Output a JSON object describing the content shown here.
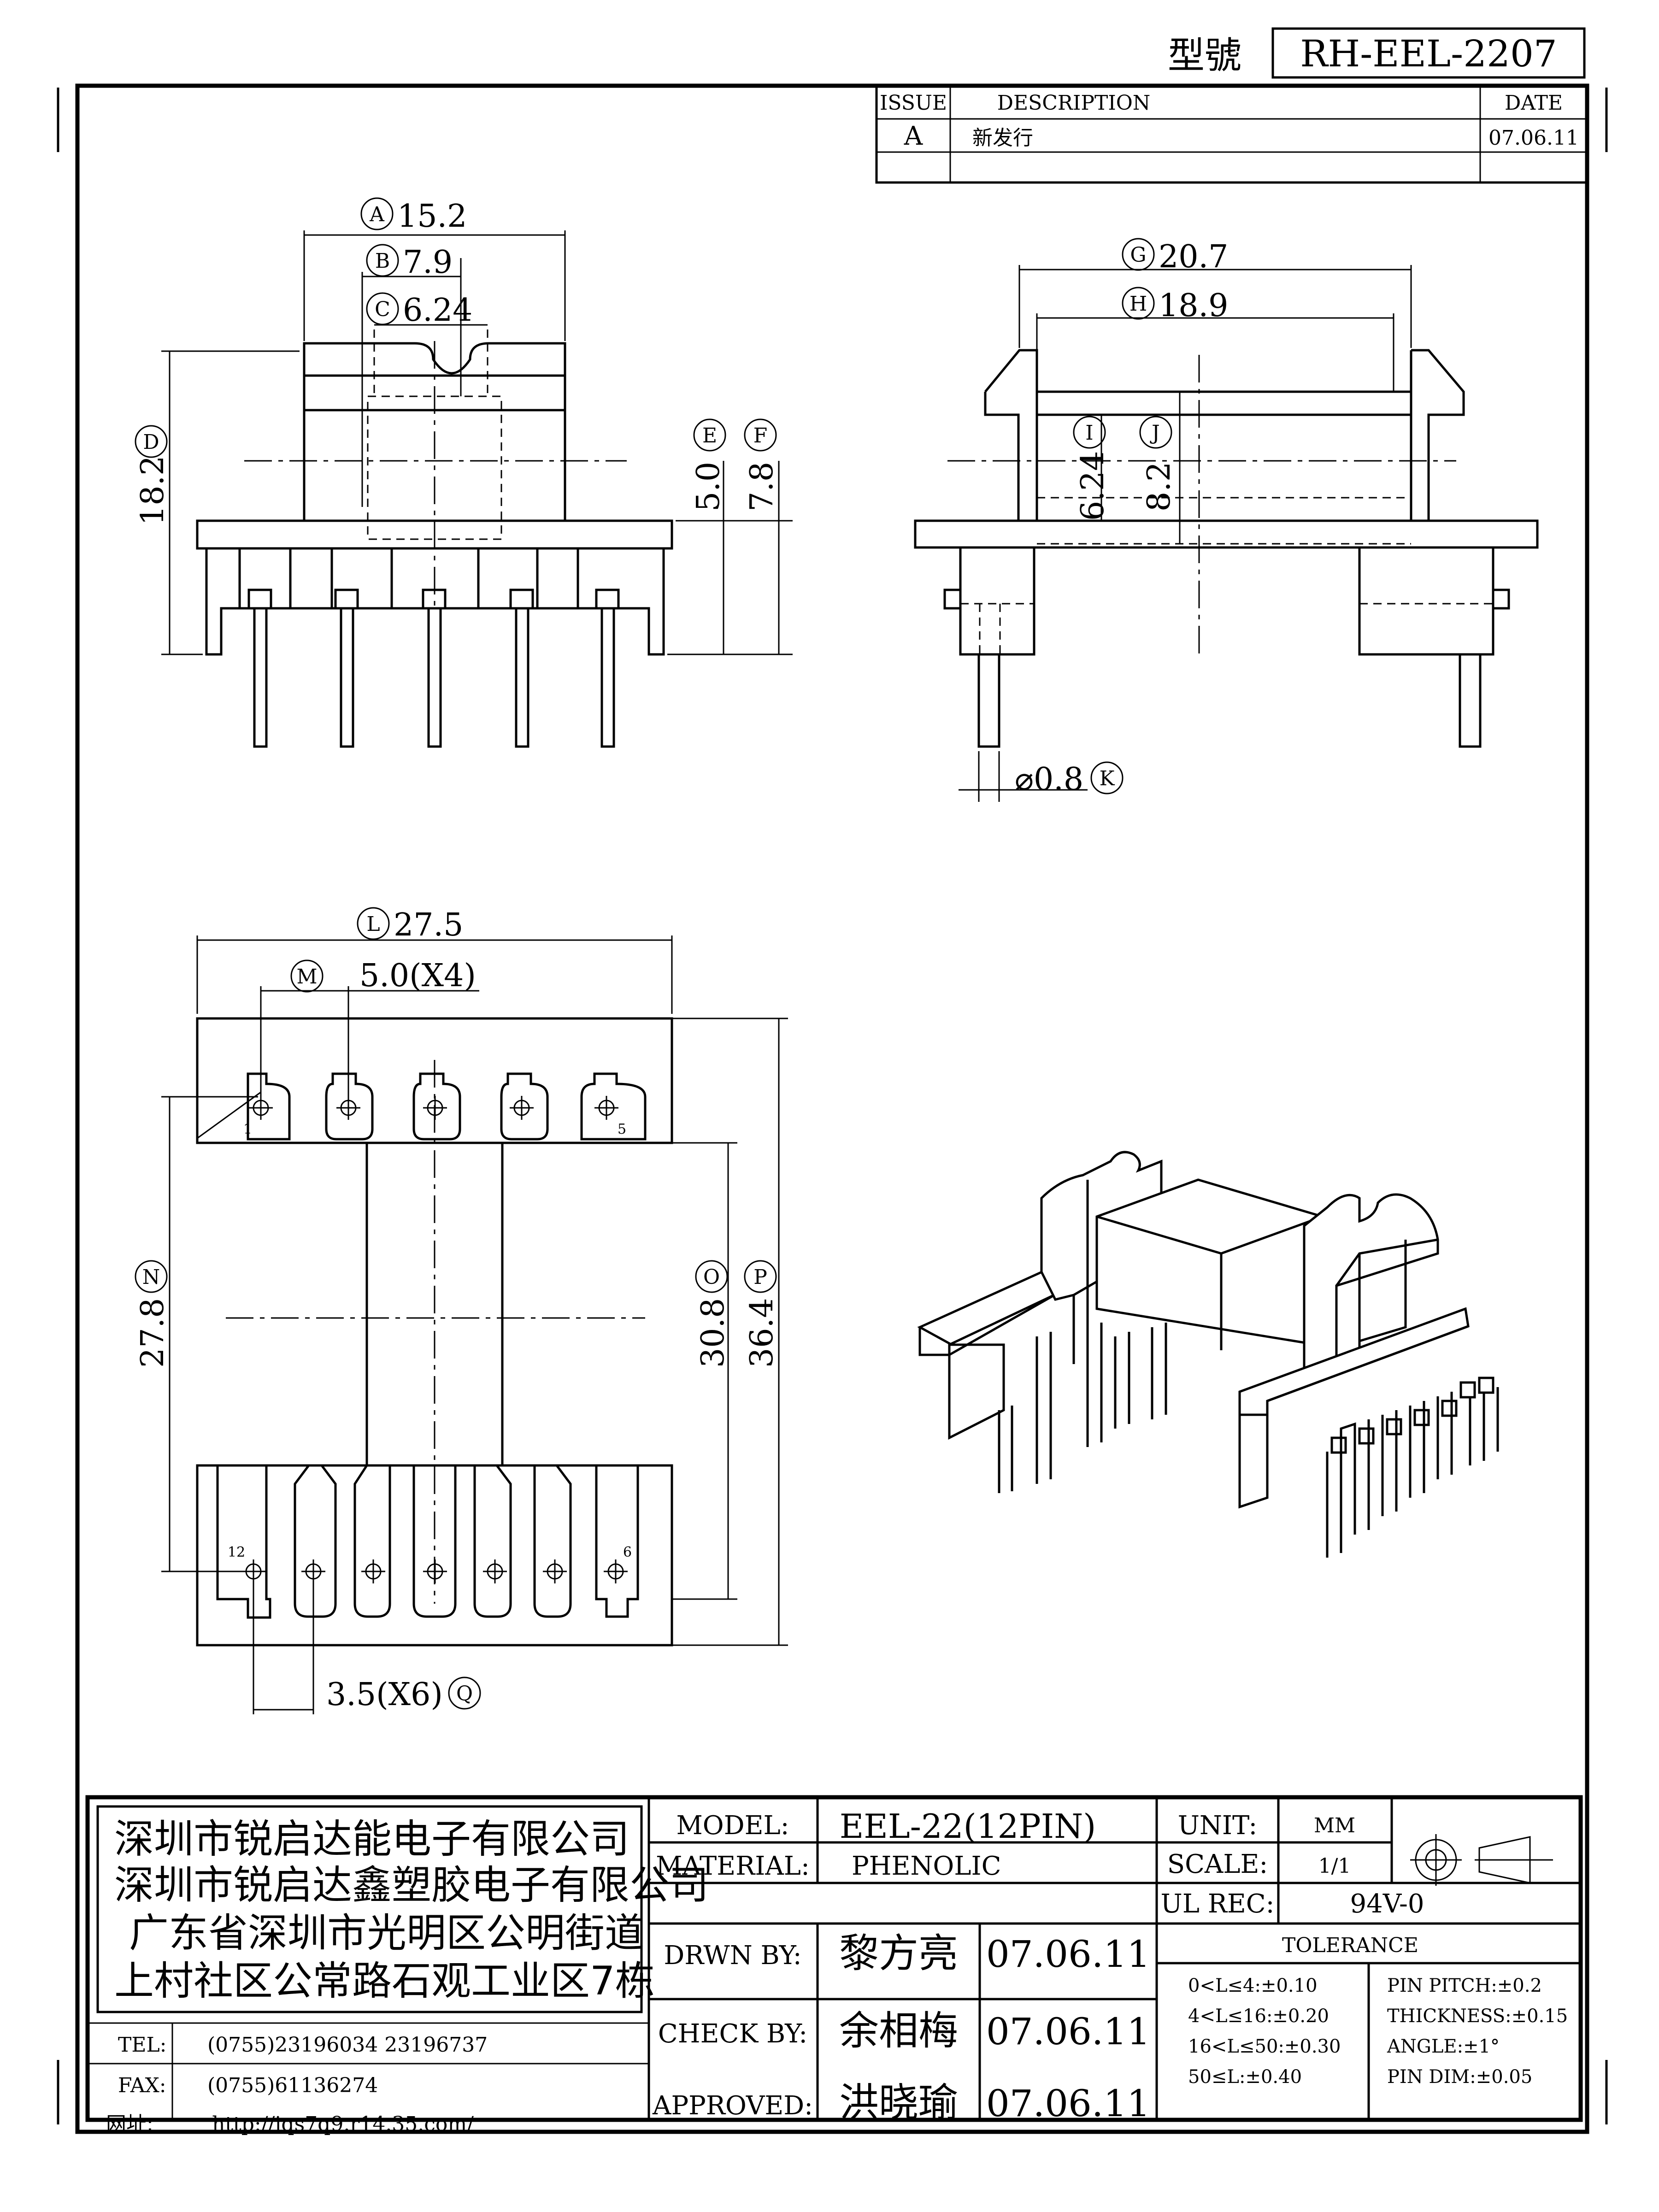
{
  "header": {
    "model_no_label": "型號",
    "model_no": "RH-EEL-2207"
  },
  "revision": {
    "col_issue": "ISSUE",
    "col_desc": "DESCRIPTION",
    "col_date": "DATE",
    "rows": [
      {
        "issue": "A",
        "desc": "新发行",
        "date": "07.06.11"
      }
    ]
  },
  "dims": {
    "A": "15.2",
    "B": "7.9",
    "C": "6.24",
    "D": "18.2",
    "E": "5.0",
    "F": "7.8",
    "G": "20.7",
    "H": "18.9",
    "I": "6.24",
    "J": "8.2",
    "K": "⌀0.8",
    "L": "27.5",
    "M": "5.0(X4)",
    "N": "27.8",
    "O": "30.8",
    "P": "36.4",
    "Q": "3.5(X6)"
  },
  "pin_labels": {
    "p1": "1",
    "p5": "5",
    "p12": "12",
    "p6": "6"
  },
  "company": {
    "line1": "深圳市锐启达能电子有限公司",
    "line2": "深圳市锐启达鑫塑胶电子有限公司",
    "line3": "广东省深圳市光明区公明街道",
    "line4": "上村社区公常路石观工业区7栋"
  },
  "contact": {
    "tel_label": "TEL:",
    "tel": "(0755)23196034  23196737",
    "fax_label": "FAX:",
    "fax": "(0755)61136274",
    "web_label": "网址:",
    "web": "http://iqs7q9.r14.35.com/"
  },
  "title_block": {
    "model_label": "MODEL:",
    "model": "EEL-22(12PIN)",
    "material_label": "MATERIAL:",
    "material": "PHENOLIC",
    "drawn_label": "DRWN BY:",
    "drawn": "黎方亮",
    "drawn_date": "07.06.11",
    "check_label": "CHECK BY:",
    "check": "余相梅",
    "check_date": "07.06.11",
    "approved_label": "APPROVED:",
    "approved": "洪晓瑜",
    "approved_date": "07.06.11",
    "unit_label": "UNIT:",
    "unit": "MM",
    "scale_label": "SCALE:",
    "scale": "1/1",
    "ul_label": "UL REC:",
    "ul": "94V-0",
    "tolerance_label": "TOLERANCE",
    "tol": [
      "0<L≤4:±0.10",
      "4<L≤16:±0.20",
      "16<L≤50:±0.30",
      "50≤L:±0.40"
    ],
    "tol2": [
      "PIN PITCH:±0.2",
      "THICKNESS:±0.15",
      "ANGLE:±1°",
      "PIN DIM:±0.05"
    ]
  }
}
